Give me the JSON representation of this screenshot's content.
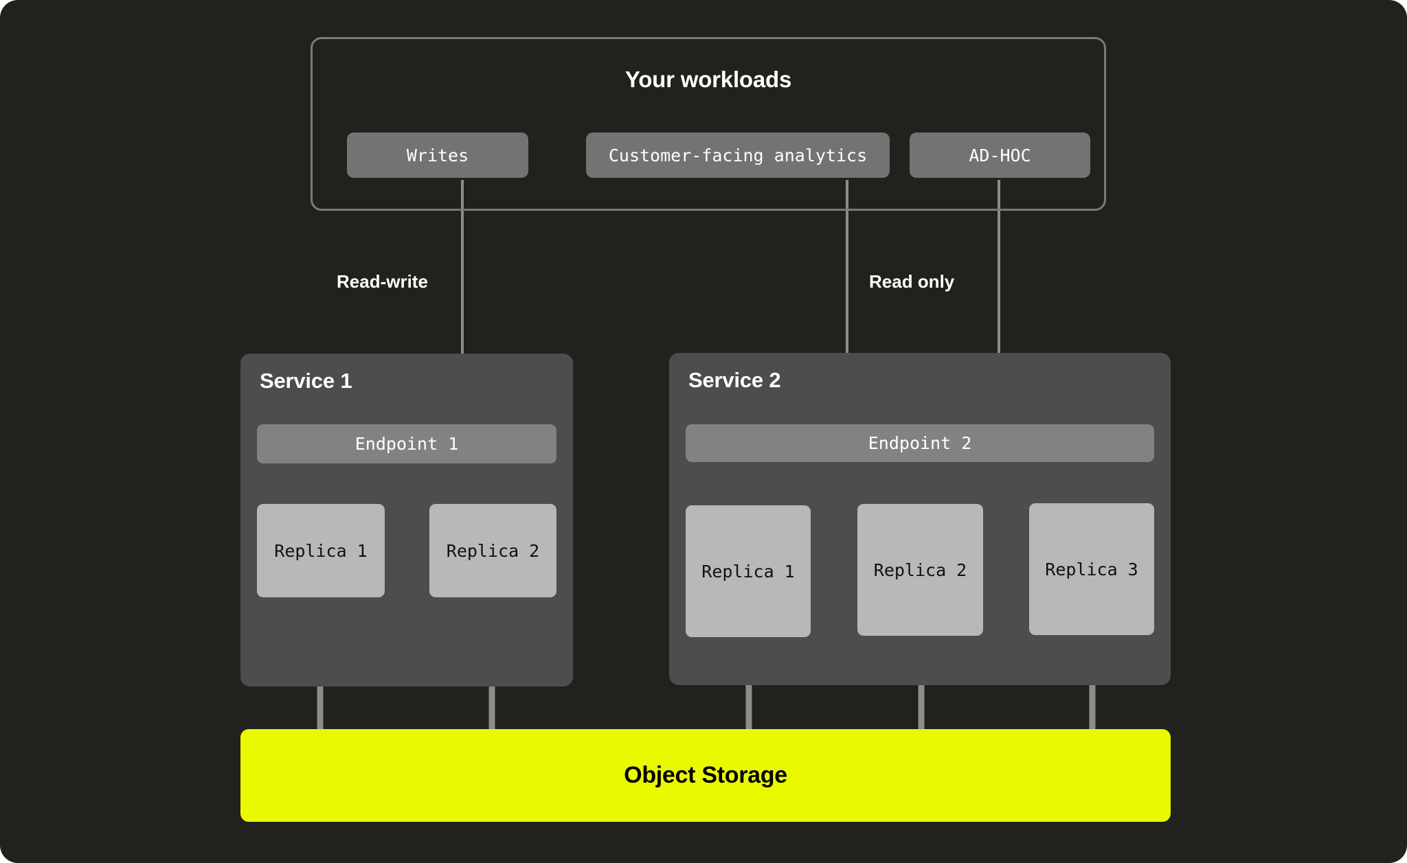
{
  "diagram": {
    "title": "Your workloads",
    "background_color": "#21211d",
    "workloads": {
      "panel_label": "Your workloads",
      "border_color": "#7a7a7a",
      "chips": [
        {
          "label": "Writes",
          "chip_color": "#737373"
        },
        {
          "label": "Customer-facing analytics",
          "chip_color": "#737373"
        },
        {
          "label": "AD-HOC",
          "chip_color": "#737373"
        }
      ]
    },
    "flows": [
      {
        "label": "Read-write",
        "from": "Writes",
        "to": "Endpoint 1"
      },
      {
        "label": "Read only",
        "from": "Customer-facing analytics",
        "to": "Endpoint 2"
      },
      {
        "label": "Read only",
        "from": "AD-HOC",
        "to": "Endpoint 2"
      }
    ],
    "flow_labels": {
      "read_write": "Read-write",
      "read_only": "Read only"
    },
    "services": [
      {
        "title": "Service 1",
        "panel_color": "#4d4d4d",
        "endpoint": "Endpoint 1",
        "endpoint_color": "#828282",
        "replicas": [
          {
            "label": "Replica 1"
          },
          {
            "label": "Replica 2"
          }
        ],
        "replica_color": "#b8b8b8"
      },
      {
        "title": "Service 2",
        "panel_color": "#4d4d4d",
        "endpoint": "Endpoint 2",
        "endpoint_color": "#828282",
        "replicas": [
          {
            "label": "Replica 1"
          },
          {
            "label": "Replica 2"
          },
          {
            "label": "Replica 3"
          }
        ],
        "replica_color": "#b8b8b8"
      }
    ],
    "storage": {
      "label": "Object Storage",
      "fill_color": "#eaf900",
      "text_color": "#000000"
    },
    "connector_color": "#8c8c8c"
  }
}
